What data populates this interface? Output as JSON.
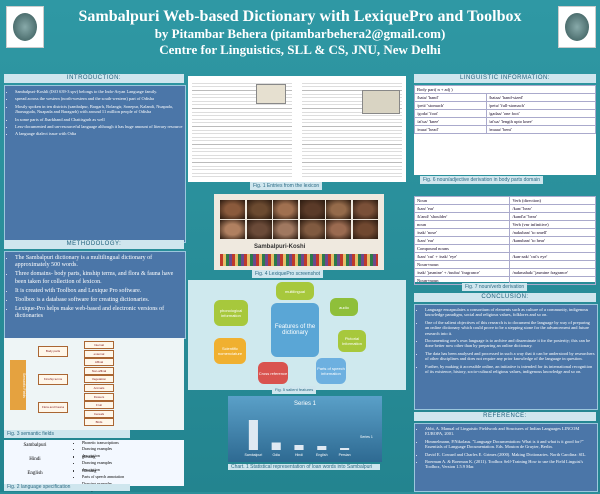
{
  "header": {
    "title": "Sambalpuri Web-based Dictionary with LexiquePro and Toolbox",
    "author": "by Pitambar Behera (pitambarbehera2@gmail.com)",
    "affiliation": "Centre for Linguistics, SLL & CS, JNU, New Delhi"
  },
  "sections": {
    "introduction": "INTRODUCTION:",
    "methodology": "METHODOLOGY:",
    "linguistic": "LINGUISTIC INFORMATION:",
    "conclusion": "CONCLUSION:",
    "reference": "REFERENCE:"
  },
  "intro_items": [
    "Sambalpuri-Koshli (ISO 639-3 spv) belongs to the Indo-Aryan Language family.",
    "spread across the western (north-western and the south-western) part of Odisha",
    "Mostly spoken in ten districts (sambalpur, Bargarh, Bolangir, Sonepur, Kalandi, Nuapada, Jharsuguda, Nuapada and Baragarh) with around 11 million people of Odisha",
    "In some parts of Jharkhand and Chattisgarh as well",
    "Less-documented and un-resourceful language although it has huge amount of literary resource",
    "A language dialect issue with Odia"
  ],
  "method_items": [
    "The Sambalpuri dictionary is a multilingual dictionary of approximately 500 words.",
    "Three domains- body parts, kinship terms, and flora & fauna have been taken for collection of lexicon.",
    "It is created with Toolbox and Lexique Pro software.",
    "Toolbox is a database software for creating dictionaries.",
    "Lexique-Pro helps make web-based and electronic versions of dictionaries"
  ],
  "captions": {
    "fig1": "Fig. 1 Entries from the lexicon",
    "fig4": "Fig. 4 LexiquePro screenshot",
    "fig3": "Fig. 3 semantic fields",
    "fig5": "Fig. 5 salient features",
    "fig2": "Fig. 2 language specification",
    "fig6": "Fig. 6 noun/adjective derivation in body parts domain",
    "fig7": "Fig. 7 noun/verb derivation",
    "chart1": "Chart. 1 Statistical representation of loan words into Sambalpuri"
  },
  "lexique_title": "Sambalpuri-Koshi",
  "semantic_root": "Semantic Fields",
  "semantic_branches": [
    "Body parts",
    "Kinship terms",
    "Flora and Fauna"
  ],
  "semantic_leaves": [
    "Internal",
    "external",
    "Affinal",
    "Non-affinal",
    "Vegetation",
    "Animals",
    "Flowers",
    "Fruit",
    "Cereals",
    "Birds"
  ],
  "features": {
    "center": "Features of the dictionary",
    "nodes": [
      "multilingual",
      "audio",
      "Pictorial Information",
      "Parts of speech information",
      "Cross reference",
      "Scientific nomenclature",
      "phonological information"
    ]
  },
  "spec_rows": [
    {
      "lang": "Sambalpuri",
      "items": [
        "Phonetic transcriptions",
        "Drawing examples",
        "description"
      ]
    },
    {
      "lang": "Hindi",
      "items": [
        "glossing",
        "Drawing examples",
        "description"
      ]
    },
    {
      "lang": "English",
      "items": [
        "Glossing",
        "Parts of speech annotation",
        "Drawing examples",
        "description"
      ]
    }
  ],
  "body_header": "Body part( n + adj )",
  "body_rows": [
    [
      "/hata/ 'hand'",
      "/hataa/ 'hand-sized'"
    ],
    [
      "/peti/ 'stomach'",
      "/petu/ 'full-stomach'"
    ],
    [
      "/goda/ 'foot'",
      "/gadaa/ 'one foot'"
    ],
    [
      "/at'ua/ 'knee'",
      "/at'ua/ 'length upto knee'"
    ],
    [
      "/mua/ 'head'",
      "/muaa/ 'bent'"
    ]
  ],
  "noun_header": [
    "Noun",
    "Verb (direction)"
  ],
  "noun_rows": [
    [
      "/kan/ 'ear'",
      "/kan/ 'hear'"
    ],
    [
      "/k'and/ 'shoulder'",
      "/kand'a/ 'bear'"
    ],
    [
      "noun",
      "Verb (vnr infinitive)"
    ],
    [
      "/nak/ 'nose'",
      "/nakuban/ 'to smell'"
    ],
    [
      "/kan/ 'ear'",
      "/kanuban/ 'to hear'"
    ],
    [
      "Compound nouns",
      ""
    ],
    [
      "/kan/ 'cut' + /nak/ 'eye'",
      "/kan-aak/ 'cut's eye'"
    ],
    [
      "Noun+noun",
      ""
    ],
    [
      "/nak/ 'jasmine' + /tuuba/ 'fragrance'",
      "/nakmahak/ 'jasmine fragrance'"
    ],
    [
      "Noun+noun",
      ""
    ]
  ],
  "conclusion_items": [
    "Language encapsulates a consortium of elements such as culture of a community, indigenous knowledge paradigm, social and religious values, folklores and so on.",
    "One of the salient objectives of this research is to document the language by way of preparing an online dictionary which could prove to be a stepping stone for the advancement and future research into it.",
    "Documenting one's own language is to archive and disseminate it for the posterity; this can be done better now other than by preparing an online dictionary.",
    "The data has been analysed and processed in such a way that it can be understood by researchers of other disciplines and does not require any prior knowledge of the language in question.",
    "Further, by making it accessible online, an initiative is intended for its international recognition of its existence, history, socio-cultural religious values, indigenous knowledge and so on."
  ],
  "references": [
    "Abbi, A. Manual of Linguistic Fieldwork and Structures of Indian Languages LINCOM EUROPA, 2001.",
    "Himmelmann, P.Nikolaus. \"Language Documentation: What is it and what is it good for?\" Essentials of Language Documentation. Eds. Mouton de Gruyter, Berlin.",
    "David E. Coward and Charles E. Grimes (2000). Making Dictionaries. North Carolina: SIL.",
    "Boerman A. & Boerman K. (2011). Toolbox Self-Training How to use the Field Linguist's Toolbox, Version 1.5.9 Mar."
  ],
  "chart_data": {
    "type": "bar",
    "title": "Series 1",
    "categories": [
      "Sambalpuri",
      "Odia",
      "Hindi",
      "English",
      "Persian"
    ],
    "values": [
      60,
      15,
      10,
      8,
      4
    ],
    "legend": [
      "Series 1"
    ],
    "xlabel": "",
    "ylabel": "",
    "ylim": [
      0,
      80
    ]
  },
  "colors": {
    "accent": "#4b76a8",
    "bar": "#cfe6ee",
    "node": "#a7c83c",
    "org": "#e5a23f"
  }
}
